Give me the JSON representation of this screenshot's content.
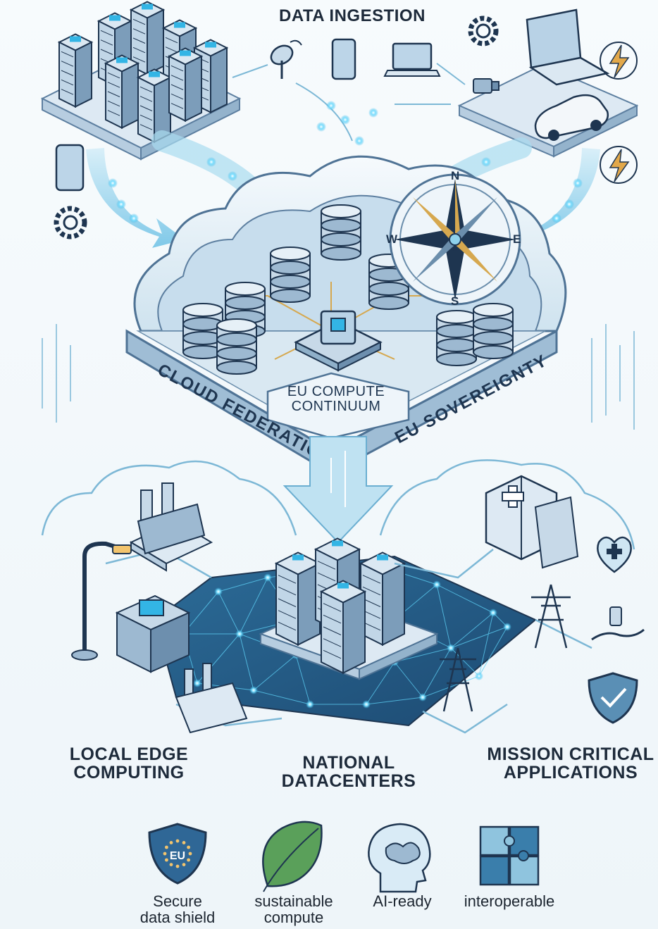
{
  "labels": {
    "data_ingestion": "DATA INGESTION",
    "cloud_federation": "CLOUD FEDERATION",
    "eu_sovereignty": "EU SOVEREIGNTY",
    "eu_compute_line1": "EU COMPUTE",
    "eu_compute_line2": "CONTINUUM",
    "local_edge_line1": "LOCAL EDGE",
    "local_edge_line2": "COMPUTING",
    "national_line1": "NATIONAL",
    "national_line2": "DATACENTERS",
    "mission_line1": "MISSION CRITICAL",
    "mission_line2": "APPLICATIONS"
  },
  "compass": {
    "n": "N",
    "e": "E",
    "s": "S",
    "w": "W"
  },
  "features": [
    {
      "line1": "Secure",
      "line2": "data shield",
      "icon": "eu-shield-icon",
      "badge": "EU"
    },
    {
      "line1": "sustainable",
      "line2": "compute",
      "icon": "leaf-icon"
    },
    {
      "line1": "AI-ready",
      "line2": "",
      "icon": "brain-head-icon"
    },
    {
      "line1": "interoperable",
      "line2": "",
      "icon": "puzzle-icon"
    }
  ],
  "colors": {
    "dark_blue": "#1e3550",
    "light_blue": "#8fd2ec",
    "glow": "#33b5e5",
    "gold": "#d6a84f",
    "green": "#5aa05a"
  }
}
